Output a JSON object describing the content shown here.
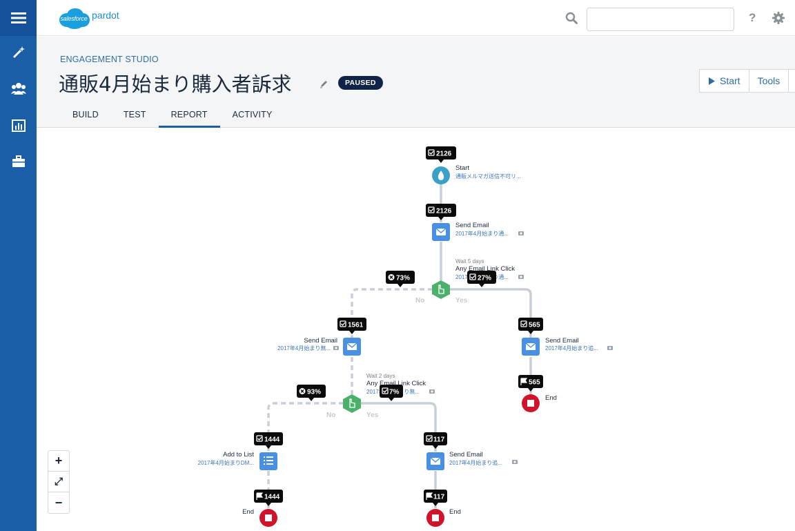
{
  "app": {
    "logo_text": "salesforce",
    "product_name": "pardot"
  },
  "header": {
    "search_placeholder": "",
    "help_label": "?"
  },
  "page": {
    "section_label": "ENGAGEMENT STUDIO",
    "title": "通販4月始まり購入者訴求",
    "status": "PAUSED",
    "actions": {
      "start": "Start",
      "tools": "Tools"
    },
    "tabs": [
      "BUILD",
      "TEST",
      "REPORT",
      "ACTIVITY"
    ],
    "active_tab": "REPORT"
  },
  "colors": {
    "nav": "#1a5ea8",
    "start_node": "#3aa0c8",
    "email_node": "#4a90e2",
    "rule_node": "#4caf6a",
    "end_node": "#d0132b",
    "badge": "#0b0b0b",
    "connector": "#c8cfd8"
  },
  "flow": {
    "nodes": {
      "start": {
        "title": "Start",
        "sub": "通販メルマガ送信不可リ...",
        "count": "2126"
      },
      "email1": {
        "title": "Send Email",
        "sub": "2017年4月始まり通...",
        "count": "2126"
      },
      "rule1": {
        "wait": "Wait 5 days",
        "title": "Any Email Link Click",
        "sub": "2017年4月始まり通...",
        "no": "73%",
        "yes": "27%"
      },
      "email2": {
        "title": "Send Email",
        "sub": "2017年4月始まり無...",
        "count": "1561"
      },
      "email3": {
        "title": "Send Email",
        "sub": "2017年4月始まり追...",
        "count": "565"
      },
      "end1": {
        "title": "End",
        "count": "565"
      },
      "rule2": {
        "wait": "Wait 2 days",
        "title": "Any Email Link Click",
        "sub": "2017年4月始まり無...",
        "no": "93%",
        "yes": "7%"
      },
      "list1": {
        "title": "Add to List",
        "sub": "2017年4月始まりDM...",
        "count": "1444"
      },
      "email4": {
        "title": "Send Email",
        "sub": "2017年4月始まり追...",
        "count": "117"
      },
      "end2": {
        "title": "End",
        "count": "1444"
      },
      "end3": {
        "title": "End",
        "count": "117"
      }
    },
    "branch_no": "No",
    "branch_yes": "Yes"
  },
  "zoom": {
    "in": "+",
    "fit": "⤢",
    "out": "−"
  }
}
